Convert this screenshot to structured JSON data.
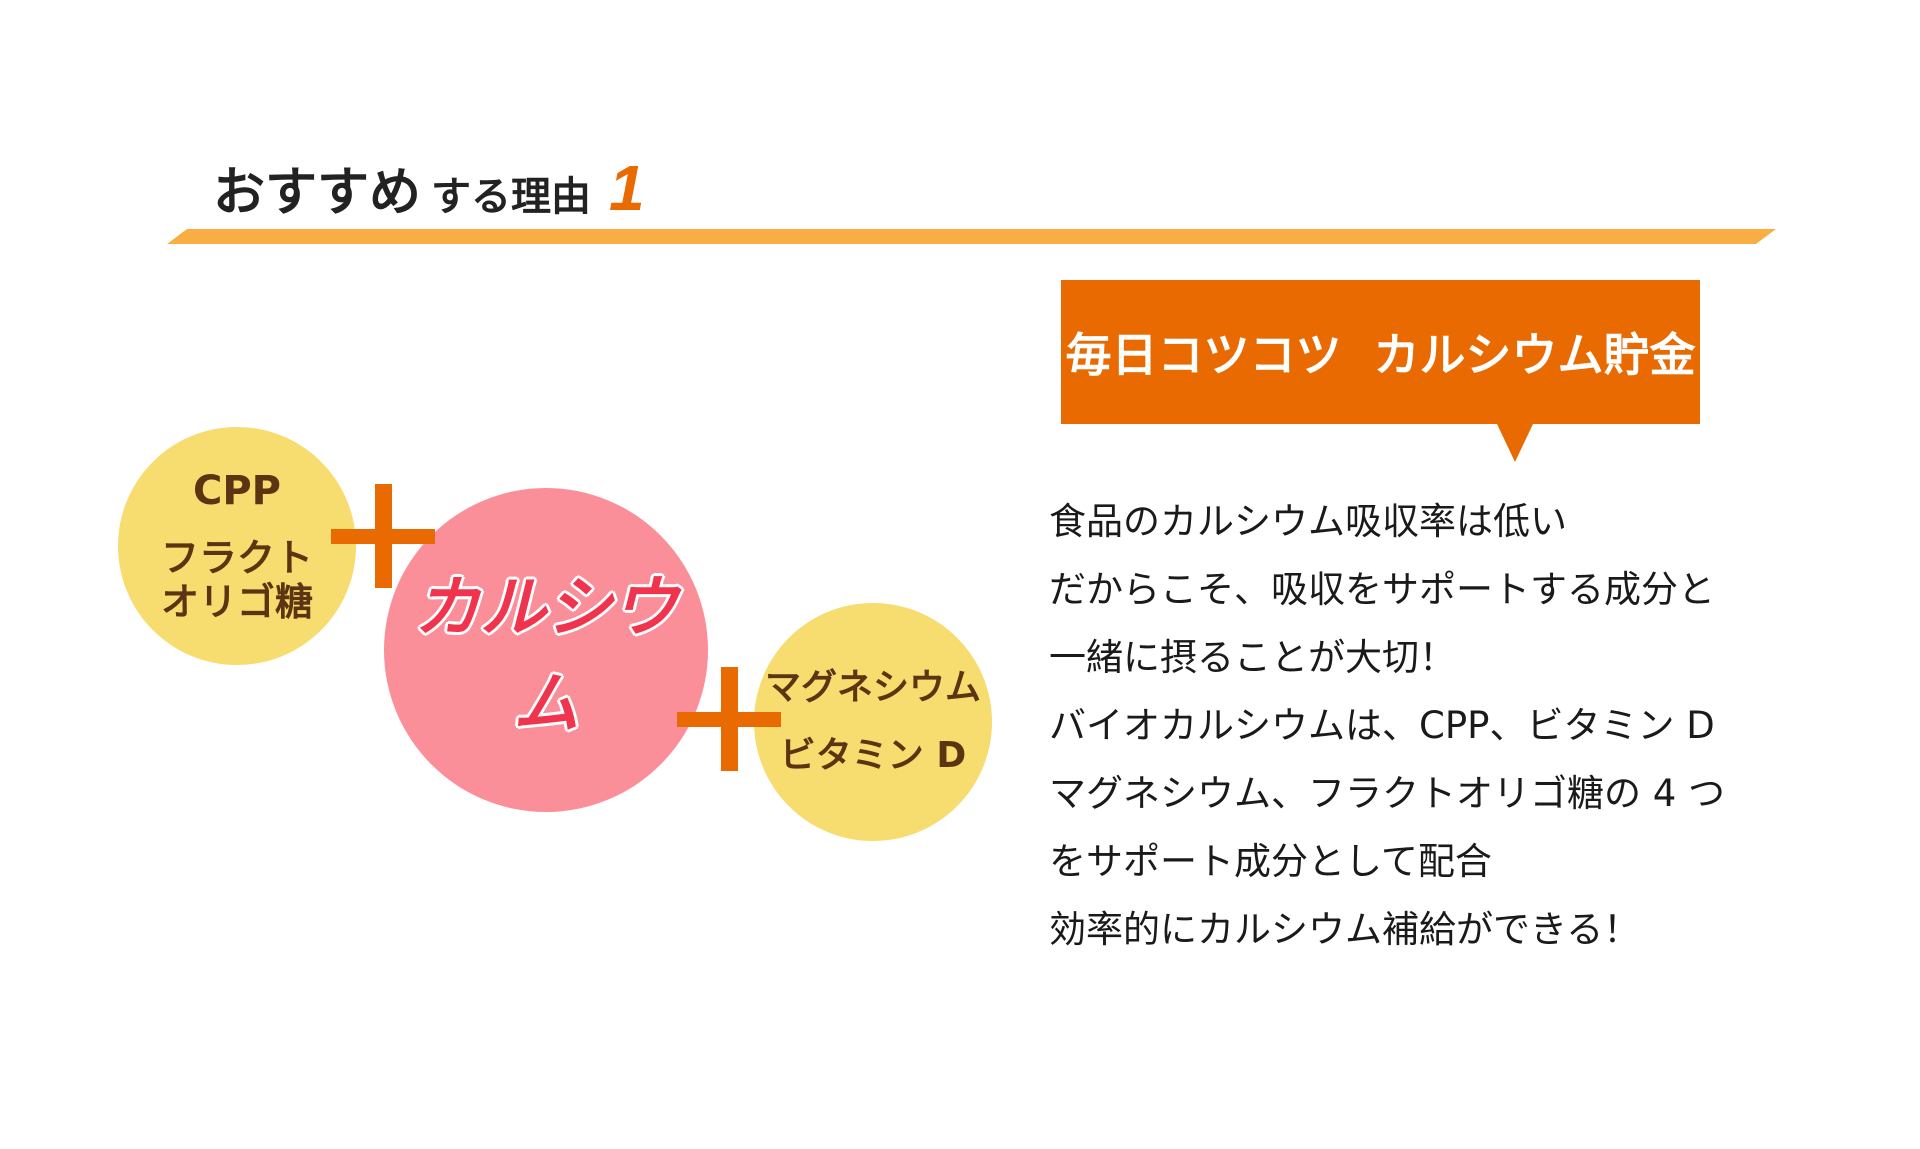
{
  "heading": {
    "main": "おすすめ",
    "sub": "する理由",
    "number": "1"
  },
  "diagram": {
    "left_circle": {
      "line1": "CPP",
      "line2": "フラクト",
      "line3": "オリゴ糖"
    },
    "center_circle": "カルシウム",
    "right_circle": {
      "line1": "マグネシウム",
      "line2": "ビタミン D"
    }
  },
  "callout": "毎日コツコツ  カルシウム貯金",
  "body_lines": [
    "食品のカルシウム吸収率は低い",
    "だからこそ、吸収をサポートする成分と",
    "一緒に摂ることが大切！",
    "バイオカルシウムは、CPP、ビタミン D",
    "マグネシウム、フラクトオリゴ糖の 4 つ",
    "をサポート成分として配合",
    "効率的にカルシウム補給ができる！"
  ],
  "colors": {
    "accent": "#e86a00",
    "rule": "#f9ae44",
    "yellow": "#f7dc6f",
    "pink": "#fb8f99",
    "brown": "#5c3411"
  }
}
